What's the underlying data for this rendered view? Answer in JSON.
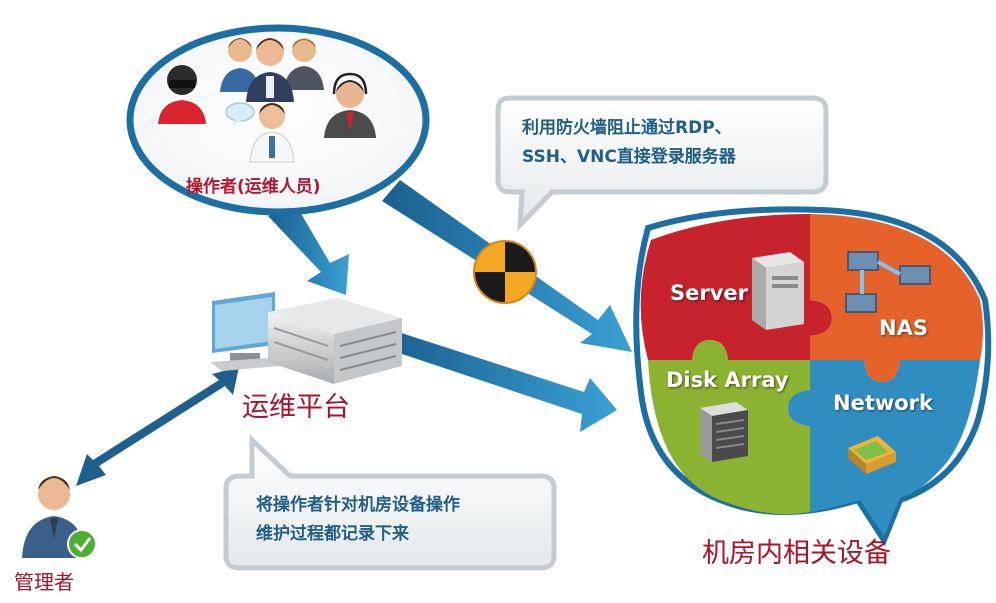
{
  "operator": {
    "label": "操作者(运维人员)"
  },
  "platform": {
    "label": "运维平台"
  },
  "manager": {
    "label": "管理者"
  },
  "devices": {
    "label": "机房内相关设备",
    "pieces": {
      "server": "Server",
      "nas": "NAS",
      "disk_array": "Disk Array",
      "network": "Network"
    }
  },
  "firewall_note": {
    "line1": "利用防火墙阻止通过RDP、",
    "line2": "SSH、VNC直接登录服务器"
  },
  "audit_note": {
    "line1": "将操作者针对机房设备操作",
    "line2": "维护过程都记录下来"
  },
  "icons": [
    "person-icon",
    "headset-icon",
    "chat-bubble-icon",
    "firewall-icon",
    "server-tower-icon",
    "network-switch-icon",
    "disk-array-icon",
    "chip-icon",
    "checkmark-icon",
    "computer-icon"
  ],
  "colors": {
    "arrow": "#1b6fa3",
    "server_piece": "#c7232d",
    "nas_piece": "#e5632a",
    "disk_piece": "#8bb231",
    "network_piece": "#2f8dbf",
    "label_red": "#a8142a"
  }
}
